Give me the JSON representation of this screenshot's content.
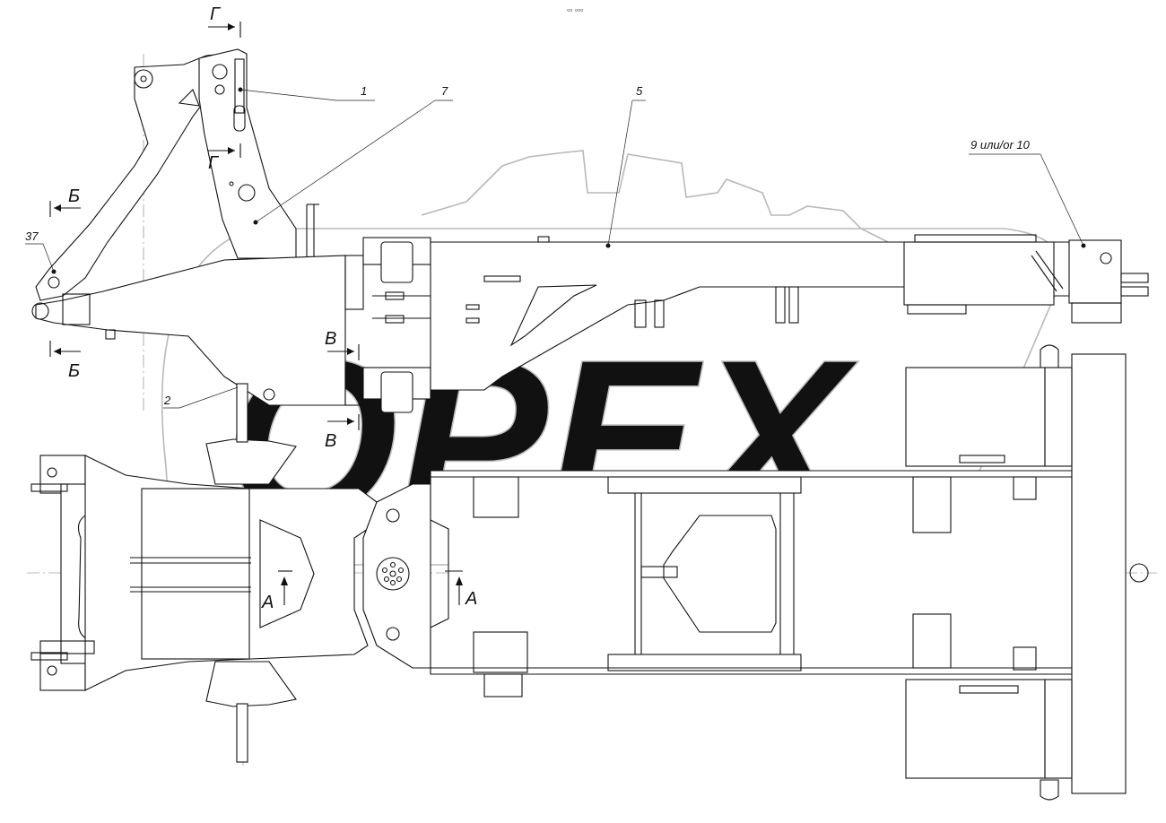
{
  "drawing": {
    "header_mark": "▫▫ ▫▫▫",
    "watermark_text": "OPEX",
    "part_labels": [
      {
        "id": "label-1",
        "text": "1"
      },
      {
        "id": "label-7",
        "text": "7"
      },
      {
        "id": "label-5",
        "text": "5"
      },
      {
        "id": "label-9-10",
        "text": "9 или/or 10"
      },
      {
        "id": "label-37",
        "text": "37"
      },
      {
        "id": "label-2",
        "text": "2"
      }
    ],
    "section_marks": {
      "G": "Г",
      "B_cyr": "Б",
      "V": "В",
      "A": "А"
    }
  }
}
